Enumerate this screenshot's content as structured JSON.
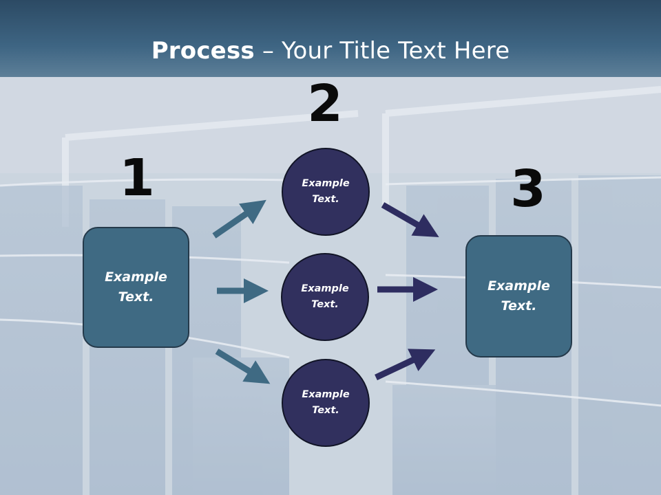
{
  "slide": {
    "title_bold": "Process",
    "title_rest": " – Your Title Text Here"
  },
  "steps": {
    "one": "1",
    "two": "2",
    "three": "3"
  },
  "boxes": {
    "start": "Example Text.",
    "end": "Example Text."
  },
  "circles": {
    "top": "Example Text.",
    "middle": "Example Text.",
    "bottom": "Example Text."
  },
  "colors": {
    "box_fill": "#3f6a83",
    "circle_fill": "#31305e",
    "arrow_left": "#3f6a83",
    "arrow_right": "#2e2d60",
    "title_band": "#3e6583"
  },
  "icons": {
    "arrows": "arrow-icon"
  }
}
